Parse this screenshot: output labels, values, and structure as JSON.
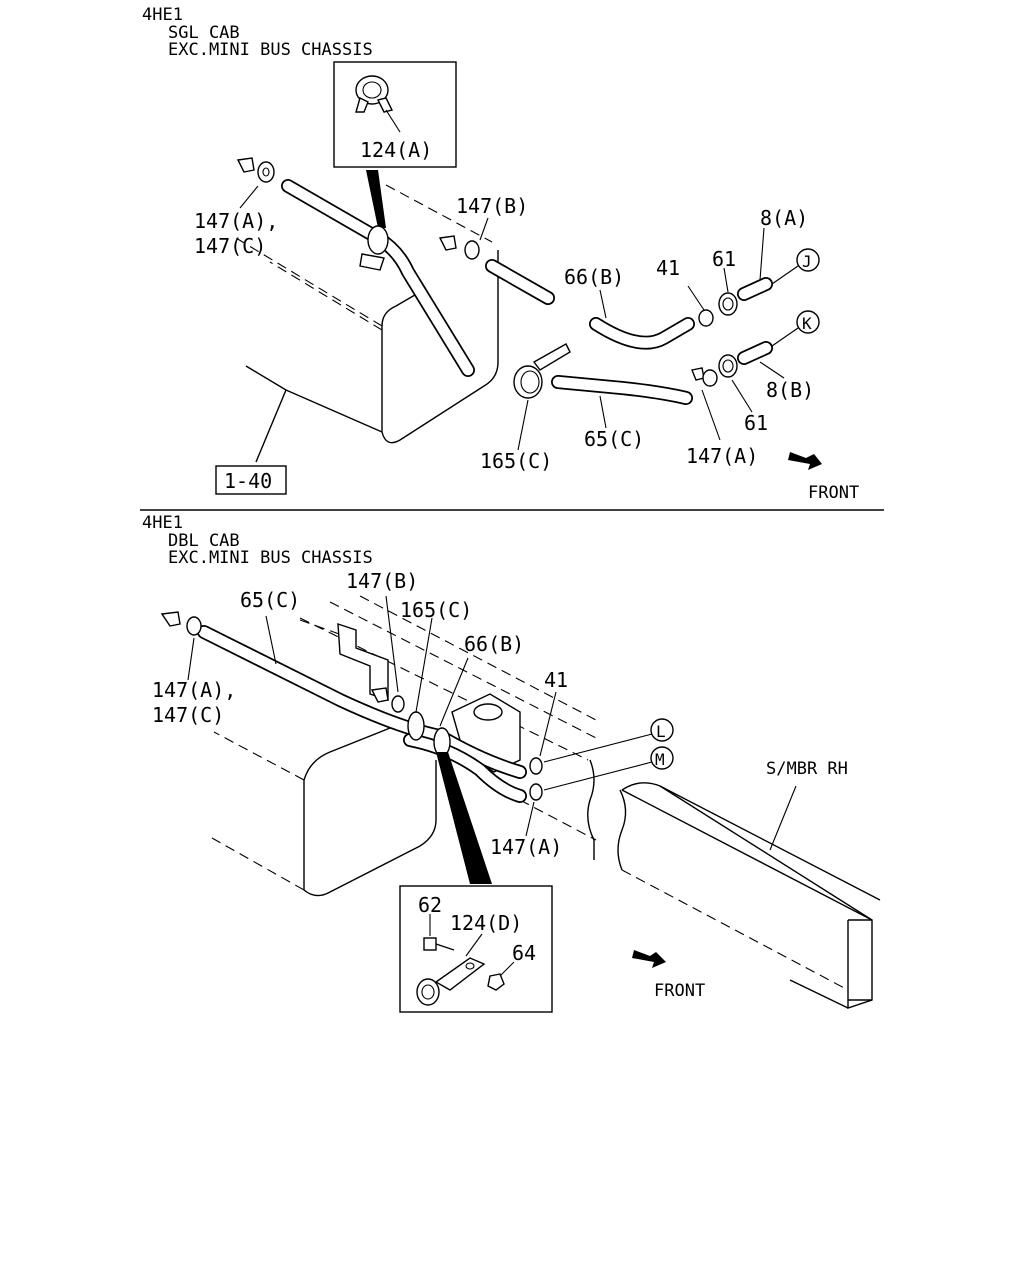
{
  "top": {
    "header": [
      "4HE1",
      "SGL CAB",
      "EXC.MINI BUS CHASSIS"
    ],
    "labels": {
      "l124a": "124(A)",
      "l147ac_1": "147(A),",
      "l147ac_2": "147(C)",
      "l147b": "147(B)",
      "l8a": "8(A)",
      "l41": "41",
      "l61a": "61",
      "l66b": "66(B)",
      "l8b": "8(B)",
      "l61b": "61",
      "l165c": "165(C)",
      "l65c": "65(C)",
      "l147a": "147(A)",
      "lref": "1-40",
      "front": "FRONT"
    },
    "connectors": [
      "J",
      "K"
    ]
  },
  "bottom": {
    "header": [
      "4HE1",
      "DBL CAB",
      "EXC.MINI BUS CHASSIS"
    ],
    "labels": {
      "l147b": "147(B)",
      "l65c": "65(C)",
      "l165c": "165(C)",
      "l66b": "66(B)",
      "l147ac_1": "147(A),",
      "l147ac_2": "147(C)",
      "l41": "41",
      "l147a": "147(A)",
      "smbr": "S/MBR RH",
      "l62": "62",
      "l124d": "124(D)",
      "l64": "64",
      "front": "FRONT"
    },
    "connectors": [
      "L",
      "M"
    ]
  }
}
